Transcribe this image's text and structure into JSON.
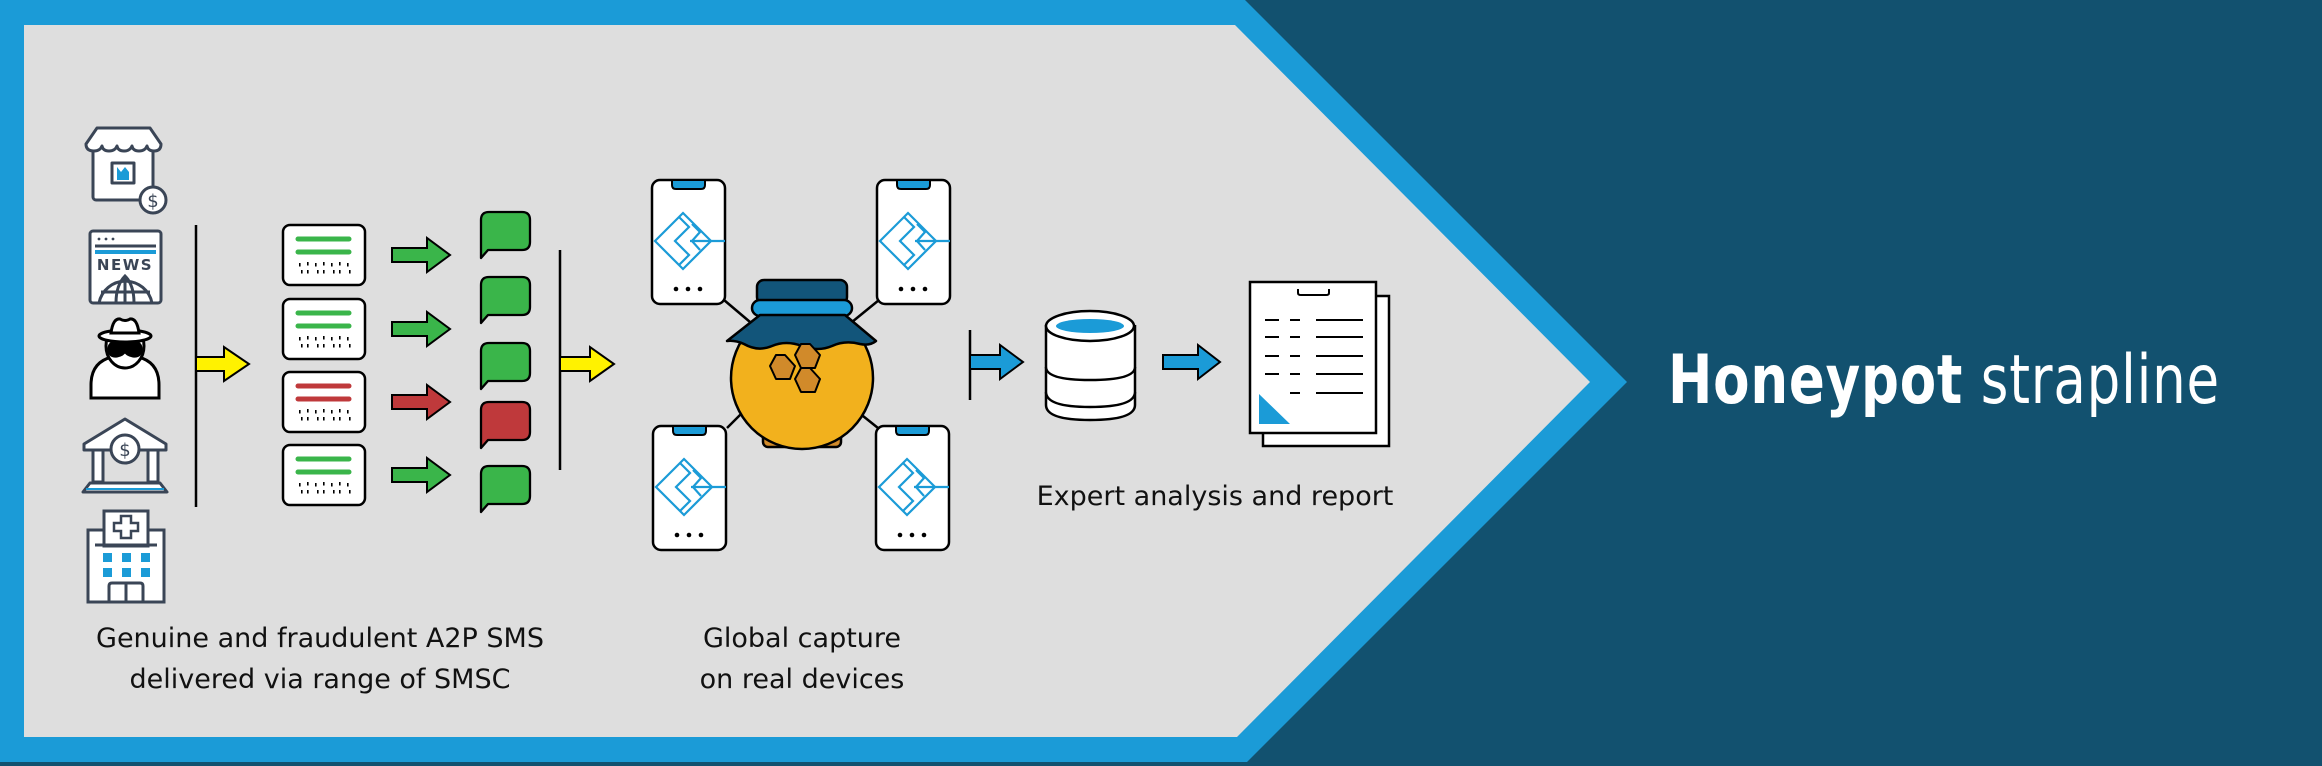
{
  "title": {
    "bold": "Honeypot",
    "light": "strapline"
  },
  "colors": {
    "background_dark": "#12516f",
    "border_blue": "#1b9bd7",
    "panel_gray": "#dedede",
    "genuine_green": "#3ab54a",
    "fraud_red": "#bf393b",
    "flow_yellow": "#fff200",
    "honey_orange": "#f2b11d",
    "honeycomb_brown": "#d18a2a",
    "lid_dark_blue": "#12557a",
    "icon_outline": "#3a4556"
  },
  "sources": {
    "icons": [
      "store-icon",
      "news-icon",
      "fraudster-icon",
      "bank-icon",
      "hospital-icon"
    ]
  },
  "messages": {
    "cards": [
      {
        "status": "genuine"
      },
      {
        "status": "genuine"
      },
      {
        "status": "fraudulent"
      },
      {
        "status": "genuine"
      }
    ],
    "bubbles": [
      {
        "status": "genuine"
      },
      {
        "status": "genuine"
      },
      {
        "status": "genuine"
      },
      {
        "status": "fraudulent"
      },
      {
        "status": "genuine"
      }
    ]
  },
  "captions": {
    "sms_line1": "Genuine and fraudulent A2P SMS",
    "sms_line2": "delivered via range of SMSC",
    "capture_line1": "Global capture",
    "capture_line2": "on real devices",
    "analysis": "Expert analysis and report"
  },
  "capture": {
    "devices": [
      "phone-top-left",
      "phone-top-right",
      "phone-bottom-left",
      "phone-bottom-right"
    ],
    "center": "honeypot-jar-icon"
  }
}
